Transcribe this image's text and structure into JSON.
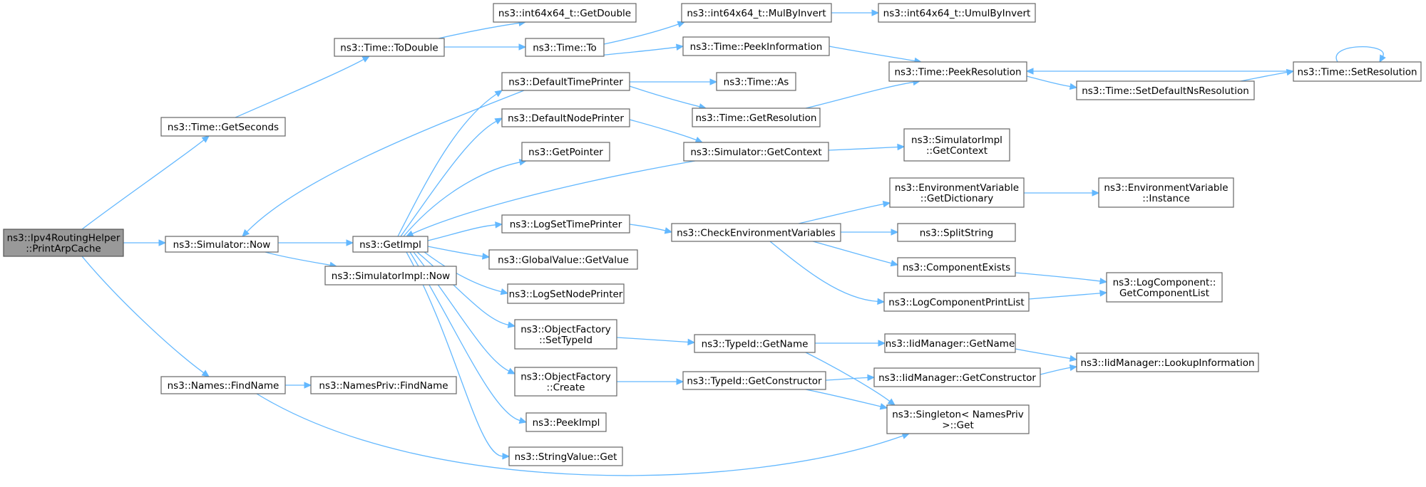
{
  "graph": {
    "kind": "call-graph",
    "nodes": [
      {
        "id": "root",
        "lines": [
          "ns3::Ipv4RoutingHelper",
          "::PrintArpCache"
        ],
        "highlighted": true
      },
      {
        "id": "getSeconds",
        "lines": [
          "ns3::Time::GetSeconds"
        ]
      },
      {
        "id": "simNow",
        "lines": [
          "ns3::Simulator::Now"
        ]
      },
      {
        "id": "namesFind",
        "lines": [
          "ns3::Names::FindName"
        ]
      },
      {
        "id": "toDouble",
        "lines": [
          "ns3::Time::ToDouble"
        ]
      },
      {
        "id": "getImpl",
        "lines": [
          "ns3::GetImpl"
        ]
      },
      {
        "id": "simImplNow",
        "lines": [
          "ns3::SimulatorImpl::Now"
        ]
      },
      {
        "id": "namesPrivFind",
        "lines": [
          "ns3::NamesPriv::FindName"
        ]
      },
      {
        "id": "getDouble",
        "lines": [
          "ns3::int64x64_t::GetDouble"
        ]
      },
      {
        "id": "timeTo",
        "lines": [
          "ns3::Time::To"
        ]
      },
      {
        "id": "defTimePrinter",
        "lines": [
          "ns3::DefaultTimePrinter"
        ]
      },
      {
        "id": "defNodePrinter",
        "lines": [
          "ns3::DefaultNodePrinter"
        ]
      },
      {
        "id": "getPointer",
        "lines": [
          "ns3::GetPointer"
        ]
      },
      {
        "id": "logSetTimePrinter",
        "lines": [
          "ns3::LogSetTimePrinter"
        ]
      },
      {
        "id": "globalGetValue",
        "lines": [
          "ns3::GlobalValue::GetValue"
        ]
      },
      {
        "id": "logSetNodePrinter",
        "lines": [
          "ns3::LogSetNodePrinter"
        ]
      },
      {
        "id": "ofSetTypeId",
        "lines": [
          "ns3::ObjectFactory",
          "::SetTypeId"
        ]
      },
      {
        "id": "ofCreate",
        "lines": [
          "ns3::ObjectFactory",
          "::Create"
        ]
      },
      {
        "id": "peekImpl",
        "lines": [
          "ns3::PeekImpl"
        ]
      },
      {
        "id": "stringGet",
        "lines": [
          "ns3::StringValue::Get"
        ]
      },
      {
        "id": "mulByInvert",
        "lines": [
          "ns3::int64x64_t::MulByInvert"
        ]
      },
      {
        "id": "peekInfo",
        "lines": [
          "ns3::Time::PeekInformation"
        ]
      },
      {
        "id": "timeAs",
        "lines": [
          "ns3::Time::As"
        ]
      },
      {
        "id": "getResolution",
        "lines": [
          "ns3::Time::GetResolution"
        ]
      },
      {
        "id": "simGetContext",
        "lines": [
          "ns3::Simulator::GetContext"
        ]
      },
      {
        "id": "checkEnv",
        "lines": [
          "ns3::CheckEnvironmentVariables"
        ]
      },
      {
        "id": "typeIdGetName",
        "lines": [
          "ns3::TypeId::GetName"
        ]
      },
      {
        "id": "typeIdGetCtor",
        "lines": [
          "ns3::TypeId::GetConstructor"
        ]
      },
      {
        "id": "umulByInvert",
        "lines": [
          "ns3::int64x64_t::UmulByInvert"
        ]
      },
      {
        "id": "peekResolution",
        "lines": [
          "ns3::Time::PeekResolution"
        ]
      },
      {
        "id": "simImplGetContext",
        "lines": [
          "ns3::SimulatorImpl",
          "::GetContext"
        ]
      },
      {
        "id": "envGetDict",
        "lines": [
          "ns3::EnvironmentVariable",
          "::GetDictionary"
        ]
      },
      {
        "id": "splitString",
        "lines": [
          "ns3::SplitString"
        ]
      },
      {
        "id": "compExists",
        "lines": [
          "ns3::ComponentExists"
        ]
      },
      {
        "id": "logCompPrintList",
        "lines": [
          "ns3::LogComponentPrintList"
        ]
      },
      {
        "id": "iidGetName",
        "lines": [
          "ns3::IidManager::GetName"
        ]
      },
      {
        "id": "iidGetCtor",
        "lines": [
          "ns3::IidManager::GetConstructor"
        ]
      },
      {
        "id": "singletonGet",
        "lines": [
          "ns3::Singleton< NamesPriv",
          " >::Get"
        ]
      },
      {
        "id": "setDefaultNsRes",
        "lines": [
          "ns3::Time::SetDefaultNsResolution"
        ]
      },
      {
        "id": "setResolution",
        "lines": [
          "ns3::Time::SetResolution"
        ]
      },
      {
        "id": "envInstance",
        "lines": [
          "ns3::EnvironmentVariable",
          "::Instance"
        ]
      },
      {
        "id": "logCompGetList",
        "lines": [
          "ns3::LogComponent::",
          "GetComponentList"
        ]
      },
      {
        "id": "iidLookupInfo",
        "lines": [
          "ns3::IidManager::LookupInformation"
        ]
      }
    ],
    "edges": [
      [
        "root",
        "getSeconds"
      ],
      [
        "root",
        "simNow"
      ],
      [
        "root",
        "namesFind"
      ],
      [
        "getSeconds",
        "toDouble"
      ],
      [
        "simNow",
        "getImpl"
      ],
      [
        "simNow",
        "simImplNow"
      ],
      [
        "namesFind",
        "namesPrivFind"
      ],
      [
        "namesFind",
        "singletonGet"
      ],
      [
        "toDouble",
        "getDouble"
      ],
      [
        "toDouble",
        "timeTo"
      ],
      [
        "timeTo",
        "mulByInvert"
      ],
      [
        "timeTo",
        "peekInfo"
      ],
      [
        "mulByInvert",
        "umulByInvert"
      ],
      [
        "peekInfo",
        "peekResolution"
      ],
      [
        "defTimePrinter",
        "simNow"
      ],
      [
        "defTimePrinter",
        "timeAs"
      ],
      [
        "defTimePrinter",
        "getResolution"
      ],
      [
        "getResolution",
        "peekResolution"
      ],
      [
        "peekResolution",
        "setDefaultNsRes"
      ],
      [
        "setDefaultNsRes",
        "setResolution"
      ],
      [
        "setResolution",
        "peekResolution"
      ],
      [
        "setResolution",
        "setResolution"
      ],
      [
        "defNodePrinter",
        "simGetContext"
      ],
      [
        "simGetContext",
        "simImplGetContext"
      ],
      [
        "simGetContext",
        "getImpl"
      ],
      [
        "getImpl",
        "defTimePrinter"
      ],
      [
        "getImpl",
        "defNodePrinter"
      ],
      [
        "getImpl",
        "getPointer"
      ],
      [
        "getImpl",
        "logSetTimePrinter"
      ],
      [
        "getImpl",
        "globalGetValue"
      ],
      [
        "getImpl",
        "logSetNodePrinter"
      ],
      [
        "getImpl",
        "ofSetTypeId"
      ],
      [
        "getImpl",
        "ofCreate"
      ],
      [
        "getImpl",
        "peekImpl"
      ],
      [
        "getImpl",
        "stringGet"
      ],
      [
        "logSetTimePrinter",
        "checkEnv"
      ],
      [
        "checkEnv",
        "envGetDict"
      ],
      [
        "checkEnv",
        "splitString"
      ],
      [
        "checkEnv",
        "compExists"
      ],
      [
        "checkEnv",
        "logCompPrintList"
      ],
      [
        "envGetDict",
        "envInstance"
      ],
      [
        "compExists",
        "logCompGetList"
      ],
      [
        "logCompPrintList",
        "logCompGetList"
      ],
      [
        "ofSetTypeId",
        "typeIdGetName"
      ],
      [
        "ofCreate",
        "typeIdGetCtor"
      ],
      [
        "typeIdGetName",
        "iidGetName"
      ],
      [
        "typeIdGetName",
        "singletonGet"
      ],
      [
        "typeIdGetCtor",
        "iidGetCtor"
      ],
      [
        "typeIdGetCtor",
        "singletonGet"
      ],
      [
        "iidGetName",
        "iidLookupInfo"
      ],
      [
        "iidGetCtor",
        "iidLookupInfo"
      ]
    ],
    "colors": {
      "edge": "#63b8ff",
      "node_border": "#666666",
      "root_fill": "#999999",
      "node_fill": "#ffffff"
    }
  }
}
